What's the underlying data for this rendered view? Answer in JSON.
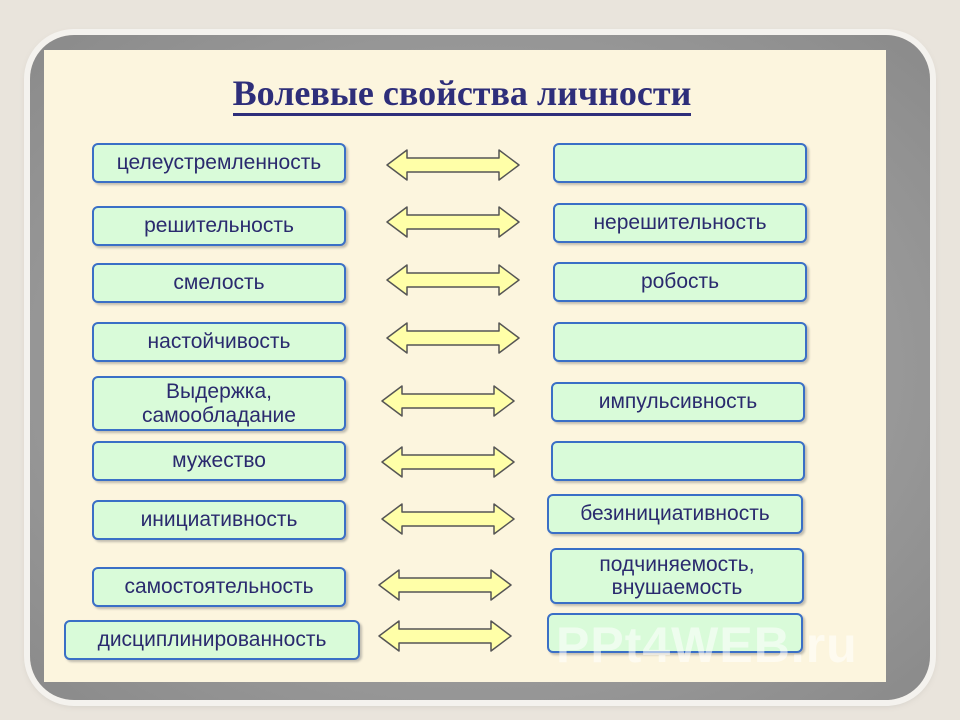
{
  "title": "Волевые свойства личности",
  "rows": [
    {
      "left": "целеустремленность",
      "right": ""
    },
    {
      "left": "решительность",
      "right": "нерешительность"
    },
    {
      "left": "смелость",
      "right": "робость"
    },
    {
      "left": "настойчивость",
      "right": ""
    },
    {
      "left": "Выдержка,\nсамообладание",
      "right": "импульсивность"
    },
    {
      "left": "мужество",
      "right": ""
    },
    {
      "left": "инициативность",
      "right": "безинициативность"
    },
    {
      "left": "самостоятельность",
      "right": "подчиняемость,\nвнушаемость"
    },
    {
      "left": "дисциплинированность",
      "right": ""
    }
  ],
  "watermark": "PPt4WEB.ru",
  "colors": {
    "box_fill": "#d9fbd9",
    "box_border": "#3a6fc6",
    "text": "#2a2a6e",
    "title": "#2e2e7a",
    "arrow_fill": "#ffffa8",
    "slide_bg": "#fcf5de"
  }
}
